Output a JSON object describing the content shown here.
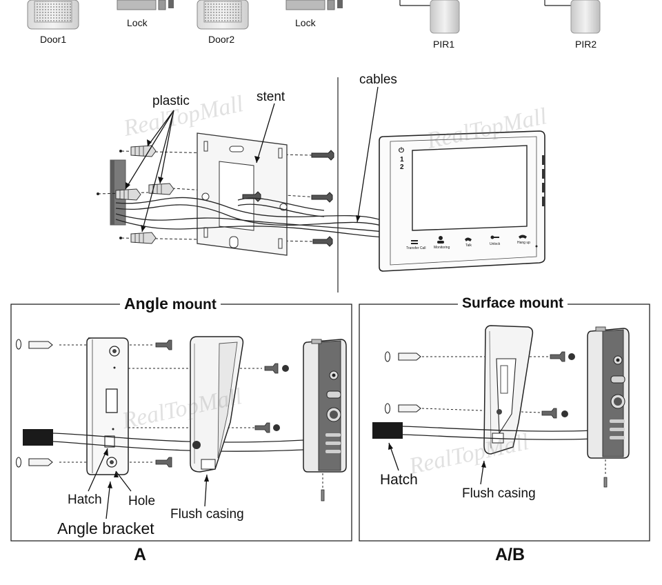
{
  "top_row": {
    "door1": "Door1",
    "lock1": "Lock",
    "door2": "Door2",
    "lock2": "Lock",
    "pir1": "PIR1",
    "pir2": "PIR2"
  },
  "middle": {
    "plastic": "plastic",
    "stent": "stent",
    "cables": "cables",
    "monitor_side_icons": [
      "⏻",
      "1",
      "2"
    ],
    "monitor_buttons": [
      "Transfer Call",
      "Monitoring",
      "Talk",
      "Unlock",
      "Hang up"
    ]
  },
  "angle_mount": {
    "title_a": "Angle",
    "title_b": "mount",
    "hatch": "Hatch",
    "hole": "Hole",
    "angle_bracket": "Angle bracket",
    "flush_casing": "Flush casing",
    "letter": "A"
  },
  "surface_mount": {
    "title": "Surface mount",
    "hatch": "Hatch",
    "flush_casing": "Flush casing",
    "letter": "A/B"
  },
  "watermark": "RealTopMall"
}
